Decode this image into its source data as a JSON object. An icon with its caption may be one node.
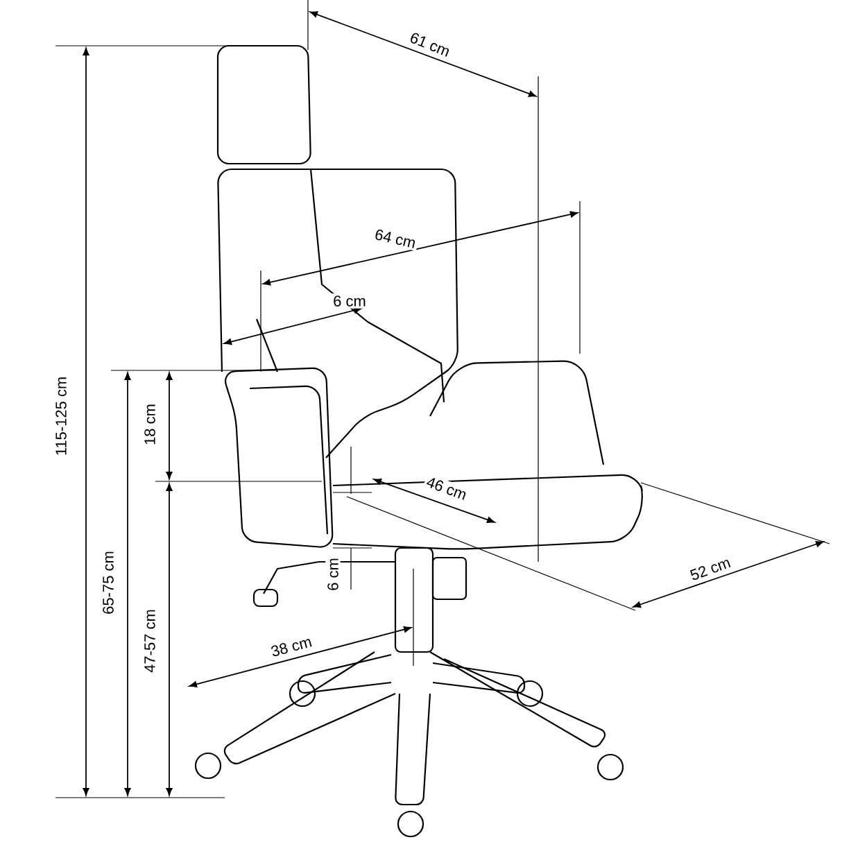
{
  "diagram": {
    "labels": [
      "61 cm",
      "64 cm",
      "6 cm",
      "115-125 cm",
      "18 cm",
      "46 cm",
      "65-75 cm",
      "6 cm",
      "52 cm",
      "47-57 cm",
      "38 cm"
    ]
  }
}
